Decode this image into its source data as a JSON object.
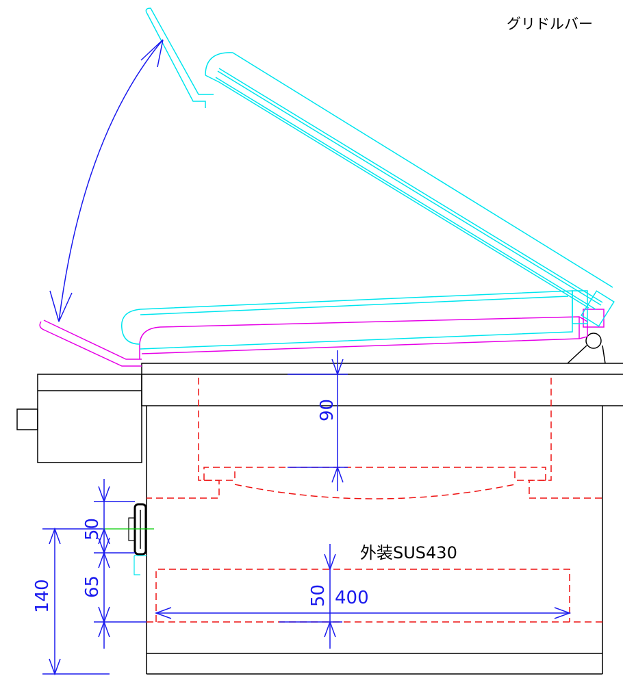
{
  "labels": {
    "title": "グリドルバー",
    "material": "外装SUS430"
  },
  "dimensions": {
    "d90": "90",
    "d50_left": "50",
    "d65": "65",
    "d140": "140",
    "d50_inner": "50",
    "d400": "400"
  },
  "colors": {
    "outline": "#000000",
    "lid": "#00e5ee",
    "plate": "#e600e6",
    "hidden": "#ee1111",
    "dimension": "#1a1aee",
    "axis": "#00cc00"
  }
}
